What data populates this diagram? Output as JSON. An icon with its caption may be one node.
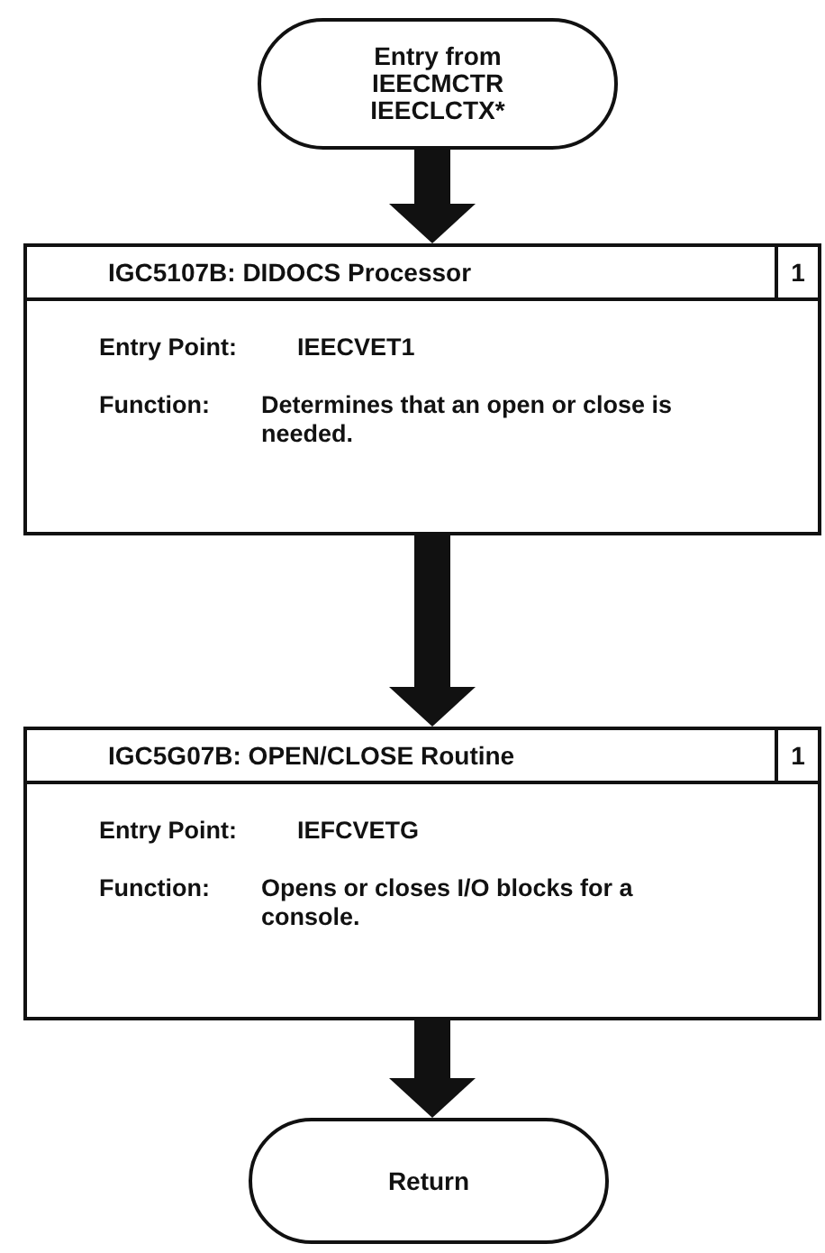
{
  "diagram": {
    "nodes": [
      {
        "text": [
          "Entry from IEECMCTR IEECLCTX*"
        ]
      },
      {
        "text": [
          "IGC5107B: DIDOCS Processor",
          "1",
          "Entry Point:",
          "IEECVET1",
          "Function:",
          "Determines that an open or close is needed."
        ]
      },
      {
        "text": [
          "IGC5G07B: OPEN/CLOSE Routine",
          "1",
          "Entry Point:",
          "IEFCVETG",
          "Function:",
          "Opens or closes I/O blocks for a console."
        ]
      },
      {
        "text": [
          "Return"
        ]
      }
    ],
    "edges": [
      {
        "from": 0,
        "to": 1,
        "arrow": "to"
      },
      {
        "from": 1,
        "to": 2,
        "arrow": "to"
      },
      {
        "from": 2,
        "to": 3,
        "arrow": "to"
      }
    ]
  }
}
